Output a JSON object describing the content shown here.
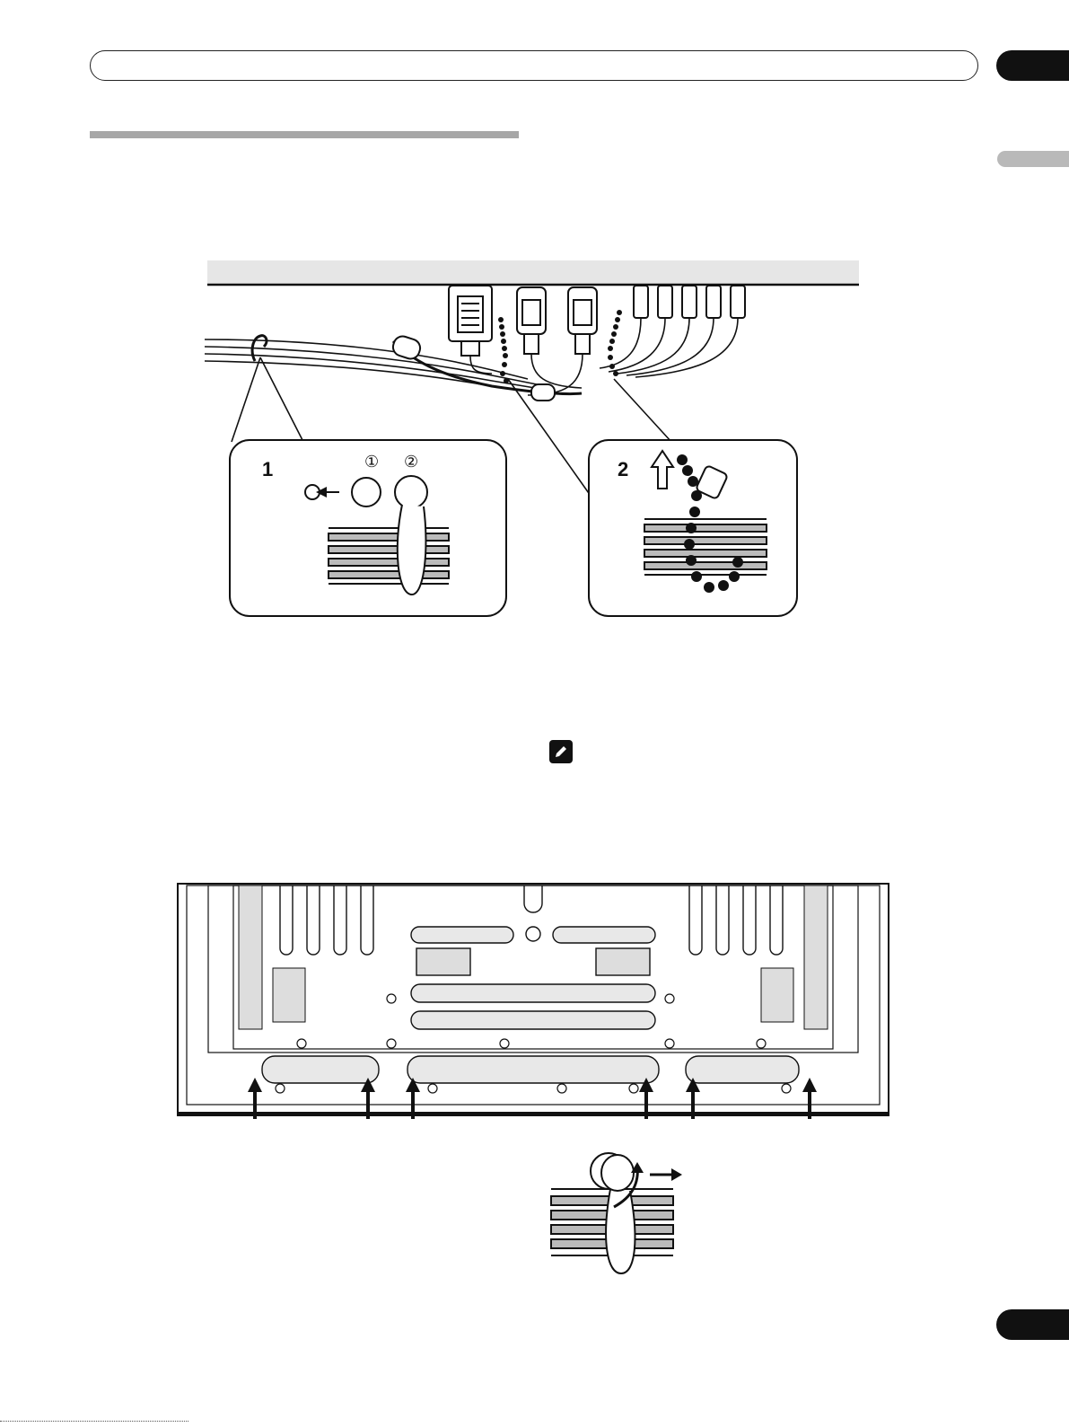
{
  "callout_1": {
    "step": "1",
    "marker_a": "①",
    "marker_b": "②"
  },
  "callout_2": {
    "step": "2"
  },
  "icons": [
    "note-pencil-icon",
    "up-arrow-icon",
    "right-arrow-icon"
  ],
  "colors": {
    "ink": "#111111",
    "panel_gray": "#e6e6e6",
    "rule_gray": "#a7a7a7",
    "tab_gray": "#b9b9b9"
  }
}
